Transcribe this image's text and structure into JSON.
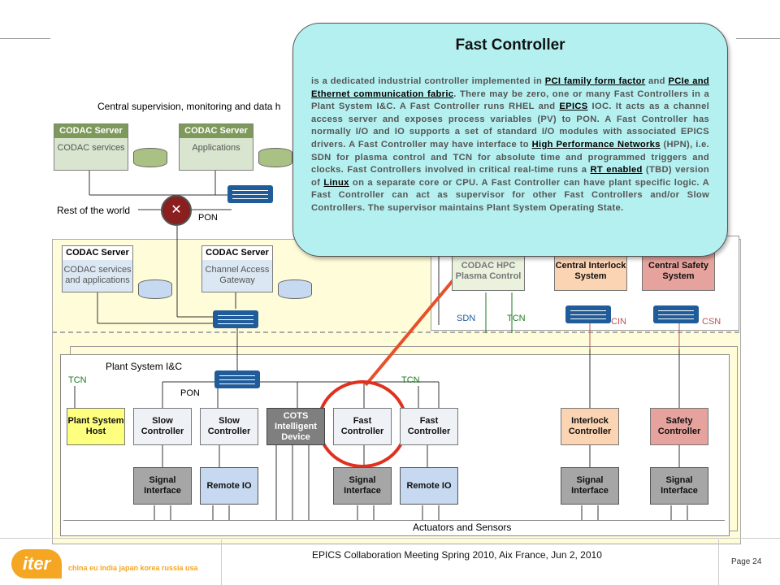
{
  "diagram": {
    "header_central": "Central supervision, monitoring and data h",
    "rest_of_world": "Rest of the world",
    "pon": "PON",
    "pon2": "PON",
    "sdn": "SDN",
    "tcn_top": "TCN",
    "tcn_left": "TCN",
    "tcn_mid": "TCN",
    "cin": "CIN",
    "csn": "CSN",
    "plant_title": "Plant System I&C",
    "actuators": "Actuators and Sensors",
    "codac_top_left": {
      "title": "CODAC Server",
      "sub": "CODAC services"
    },
    "codac_top_right": {
      "title": "CODAC Server",
      "sub": "Applications"
    },
    "codac_mid_left": {
      "title": "CODAC Server",
      "sub": "CODAC services and applications"
    },
    "codac_mid_right": {
      "title": "CODAC Server",
      "sub": "Channel Access Gateway"
    },
    "codac_hpc": "CODAC HPC Plasma Control",
    "central_interlock": "Central Interlock System",
    "central_safety": "Central Safety System",
    "plant_host": "Plant System Host",
    "slow1": "Slow Controller",
    "slow2": "Slow Controller",
    "cots": "COTS Intelligent Device",
    "fast1": "Fast Controller",
    "fast2": "Fast Controller",
    "interlock_ctrl": "Interlock Controller",
    "safety_ctrl": "Safety Controller",
    "sig1": "Signal Interface",
    "remote1": "Remote IO",
    "sig2": "Signal Interface",
    "remote2": "Remote IO",
    "sig3": "Signal Interface",
    "sig4": "Signal Interface"
  },
  "callout": {
    "title": "Fast Controller",
    "t1": "is a dedicated industrial controller implemented in ",
    "l1": "PCI family form factor",
    "t2": " and ",
    "l2": "PCIe and Ethernet communication fabric",
    "t3": ". There may be zero, one or many Fast Controllers in a Plant System I&C. A Fast Controller runs RHEL and ",
    "l3": "EPICS",
    "t4": " IOC. It acts as a channel access server and exposes process variables (PV) to PON. A Fast Controller has normally I/O and IO supports a set of standard I/O modules with associated EPICS drivers. A Fast Controller may have interface to ",
    "l4": "High Performance Networks",
    "t5": " (HPN), i.e. SDN for plasma control and TCN for absolute time and programmed triggers and clocks. Fast Controllers involved in critical real-time runs a ",
    "l5": "RT enabled",
    "t6": " (TBD) version of ",
    "l6": "Linux",
    "t7": " on a separate core or CPU. A Fast Controller can have plant specific logic. A Fast Controller can act as supervisor for other Fast Controllers and/or Slow Controllers. The supervisor maintains Plant System Operating State."
  },
  "footer": {
    "logo": "iter",
    "tagline": "china eu india japan korea russia usa",
    "meeting": "EPICS Collaboration Meeting Spring 2010, Aix France, Jun 2, 2010",
    "page": "Page 24"
  },
  "colors": {
    "callout_bg": "#b5f0f0",
    "highlight_ring": "#e0301e",
    "arrow": "#e8502a",
    "logo": "#f5a623"
  }
}
